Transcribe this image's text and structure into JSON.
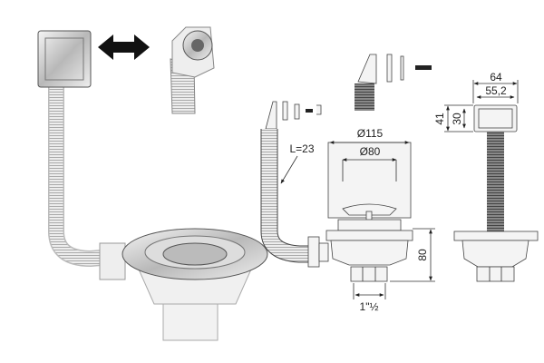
{
  "diagram": {
    "dimensions": {
      "outer_diameter": "Ø115",
      "basket_diameter": "Ø80",
      "hose_length": "L=23",
      "height": "80",
      "outlet_size": "1\"½",
      "overflow_width_outer": "64",
      "overflow_width_inner": "55,2",
      "overflow_height_outer": "41",
      "overflow_height_inner": "30"
    },
    "colors": {
      "line": "#333333",
      "steel": "#c8c8c8",
      "hose": "#e8e8e8"
    }
  }
}
